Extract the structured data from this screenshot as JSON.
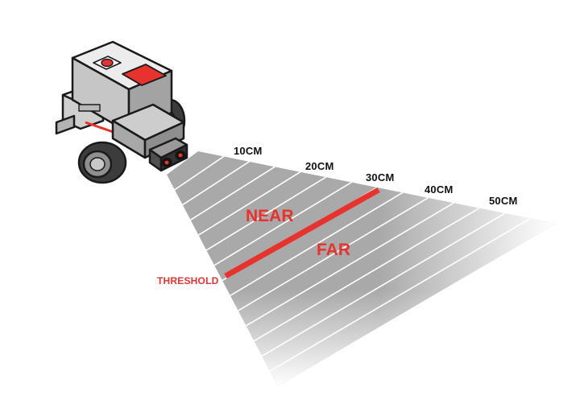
{
  "colors": {
    "accent": "#e8322d",
    "beam": "#a9a9a9",
    "beam_line": "#ffffff",
    "robot_body": "#d9d9d9",
    "robot_outline": "#1a1a1a",
    "wheel": "#3c3c3c"
  },
  "distance_marks": [
    {
      "label": "10CM"
    },
    {
      "label": "20CM"
    },
    {
      "label": "30CM"
    },
    {
      "label": "40CM"
    },
    {
      "label": "50CM"
    }
  ],
  "zones": {
    "near": "NEAR",
    "far": "FAR"
  },
  "threshold": {
    "label": "THRESHOLD",
    "value_cm": 30
  },
  "icons": {
    "robot": "ev3-robot-icon",
    "sensor": "ultrasonic-sensor-icon"
  }
}
